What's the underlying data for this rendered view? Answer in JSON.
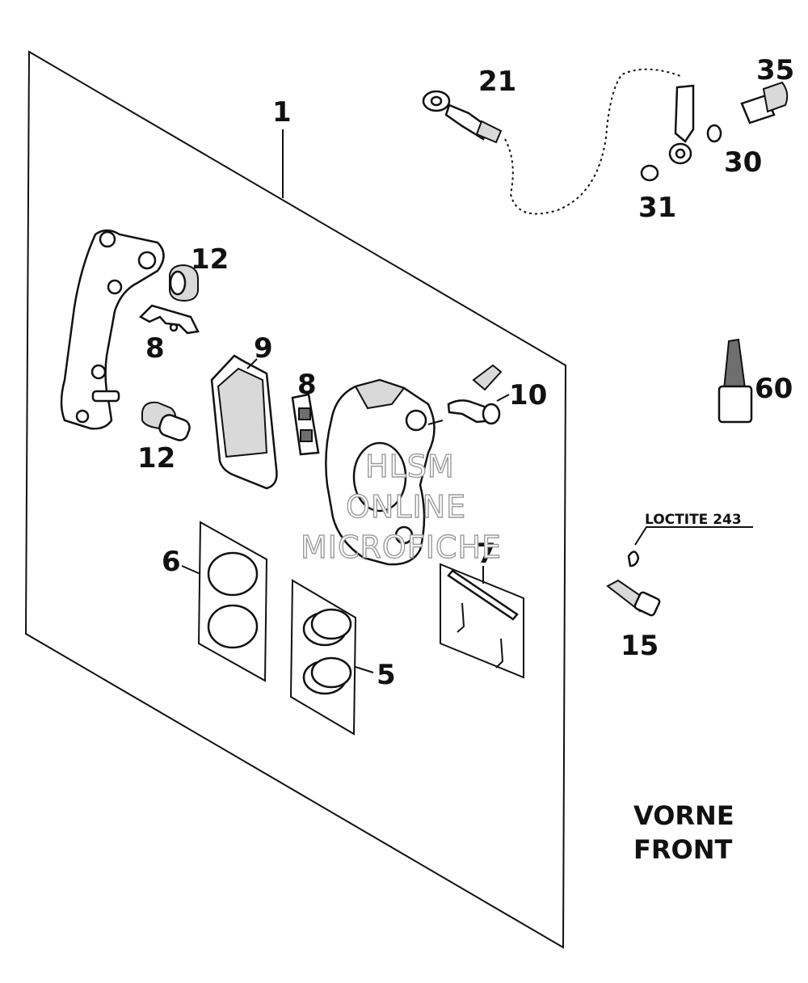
{
  "callouts": {
    "c1": "1",
    "c21": "21",
    "c35": "35",
    "c30": "30",
    "c31": "31",
    "c12a": "12",
    "c12b": "12",
    "c8a": "8",
    "c8b": "8",
    "c9": "9",
    "c10": "10",
    "c60": "60",
    "c6": "6",
    "c7": "7",
    "c5": "5",
    "c15": "15"
  },
  "notes": {
    "loctite": "LOCTITE 243"
  },
  "caption": {
    "line1": "VORNE",
    "line2": "FRONT"
  },
  "watermark": {
    "line1": "HLSM",
    "line2": "ONLINE",
    "line3": "MICROFICHE"
  }
}
